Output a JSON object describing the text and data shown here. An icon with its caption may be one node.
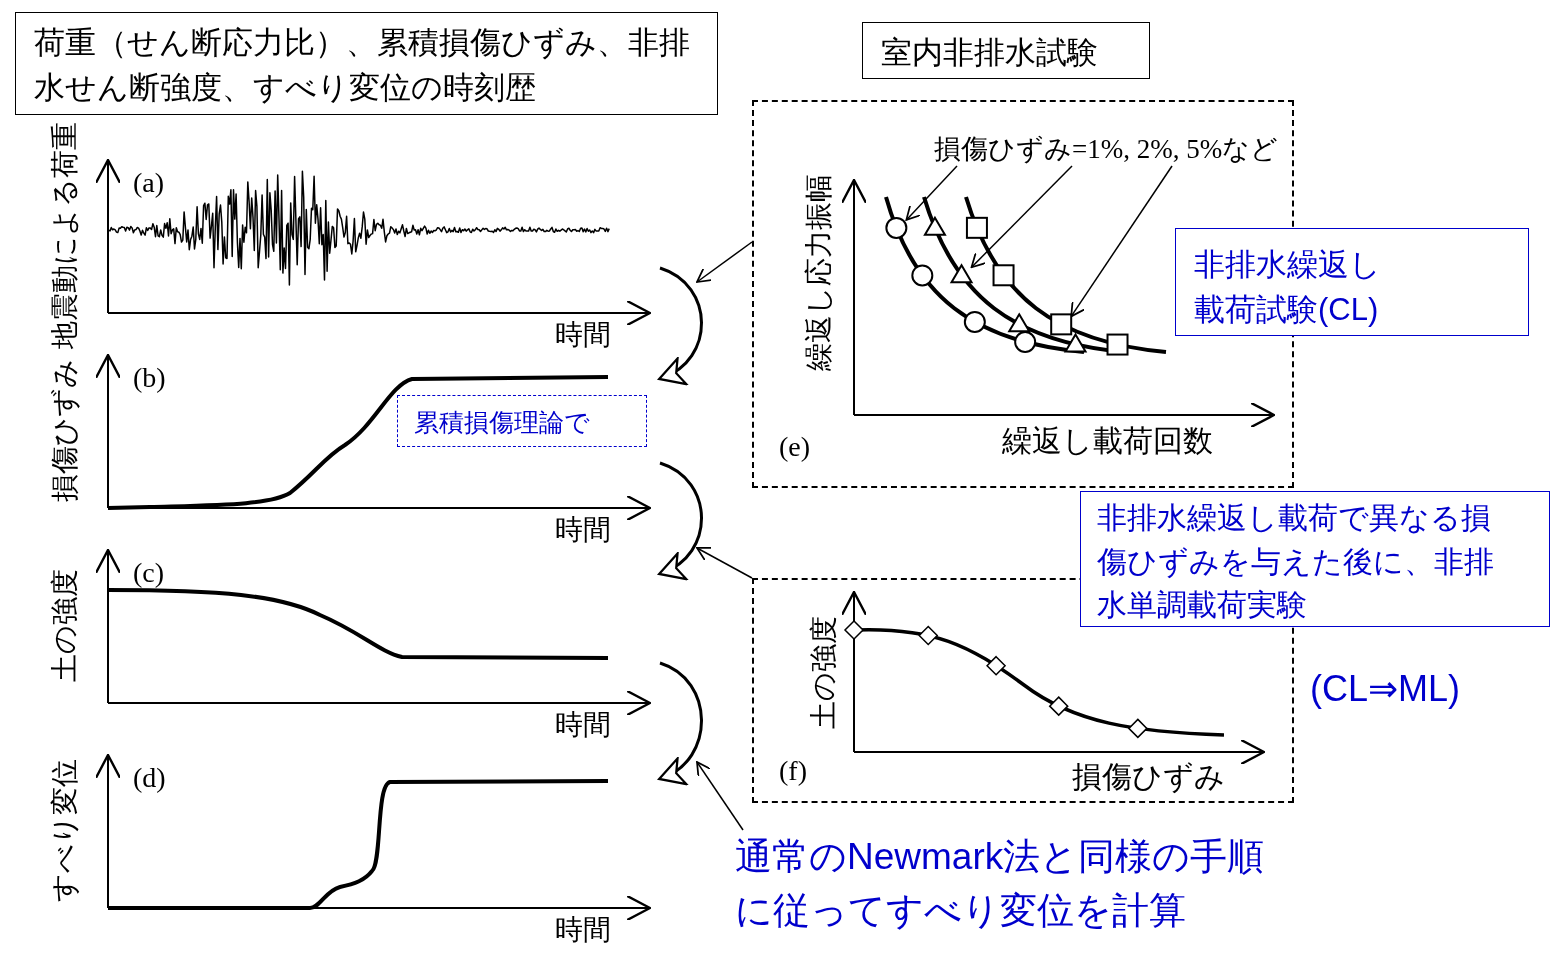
{
  "diagram": {
    "nodes": [
      {
        "text": [
          "荷重（せん断応力比）、累積損傷ひずみ、非排水せん断強度、すべり変位の時刻歴"
        ]
      },
      {
        "text": [
          "室内非排水試験"
        ]
      },
      {
        "text": [
          "地震動による荷重",
          "(a)",
          "時間"
        ]
      },
      {
        "text": [
          "繰返し応力振幅",
          "(e)",
          "繰返し載荷回数"
        ]
      },
      {
        "text": [
          "損傷ひずみ=1%, 2%, 5%など"
        ],
        "in": 3
      },
      {
        "text": [
          "非排水繰返し載荷試験(CL)"
        ]
      },
      {
        "text": [
          "損傷ひずみ",
          "(b)",
          "時間"
        ]
      },
      {
        "text": [
          "累積損傷理論で"
        ],
        "in": 6
      },
      {
        "text": [
          "土の強度",
          "(c)",
          "時間"
        ]
      },
      {
        "text": [
          "土の強度",
          "(f)",
          "損傷ひずみ"
        ]
      },
      {
        "text": [
          "非排水繰返し載荷で異なる損傷ひずみを与えた後に、非排水単調載荷実験"
        ]
      },
      {
        "text": [
          "すべり変位",
          "(d)",
          "時間"
        ]
      },
      {
        "text": [
          "通常のNewmark法と同様の手順に従ってすべり変位を計算"
        ]
      }
    ],
    "edges": [
      {
        "from": 2,
        "to": 6,
        "arrow": "to"
      },
      {
        "from": 6,
        "to": 8,
        "arrow": "to"
      },
      {
        "from": 8,
        "to": 11,
        "arrow": "to"
      },
      {
        "from": 3,
        "to": null,
        "arrow": "to"
      },
      {
        "from": 9,
        "to": null,
        "arrow": "to"
      },
      {
        "from": 12,
        "to": null,
        "arrow": "to"
      },
      {
        "from": 4,
        "to": null,
        "arrow": "to"
      },
      {
        "from": 4,
        "to": null,
        "arrow": "to"
      },
      {
        "from": 4,
        "to": null,
        "arrow": "to"
      }
    ],
    "labels": [
      "(CL⇒ML)"
    ]
  }
}
